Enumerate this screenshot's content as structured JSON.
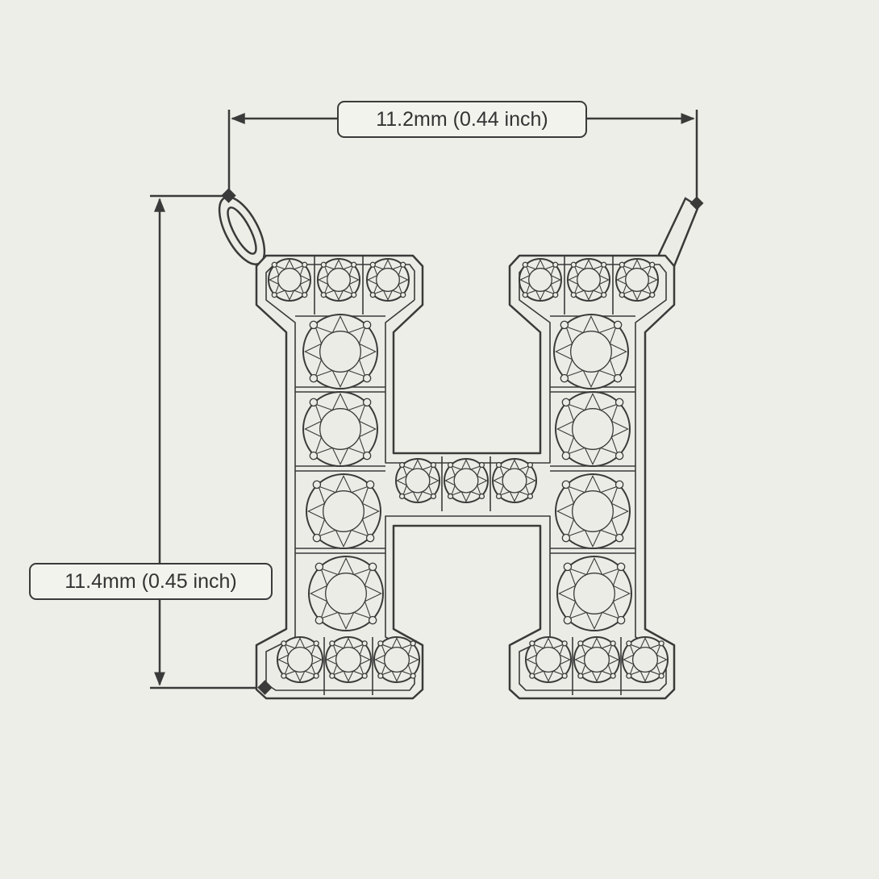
{
  "dimensions": {
    "width_label": "11.2mm (0.44 inch)",
    "height_label": "11.4mm (0.45 inch)"
  },
  "pendant": {
    "letter": "H",
    "stone_rows": [
      {
        "part": "top-left serif",
        "stones": 3
      },
      {
        "part": "top-right serif",
        "stones": 3
      },
      {
        "part": "left stem",
        "stones": 4
      },
      {
        "part": "right stem",
        "stones": 4
      },
      {
        "part": "crossbar",
        "stones": 3
      },
      {
        "part": "bottom-left serif",
        "stones": 3
      },
      {
        "part": "bottom-right serif",
        "stones": 3
      }
    ]
  },
  "colors": {
    "background": "#eeeee8",
    "line": "#3a3a3a",
    "metal": "#ecece6"
  }
}
